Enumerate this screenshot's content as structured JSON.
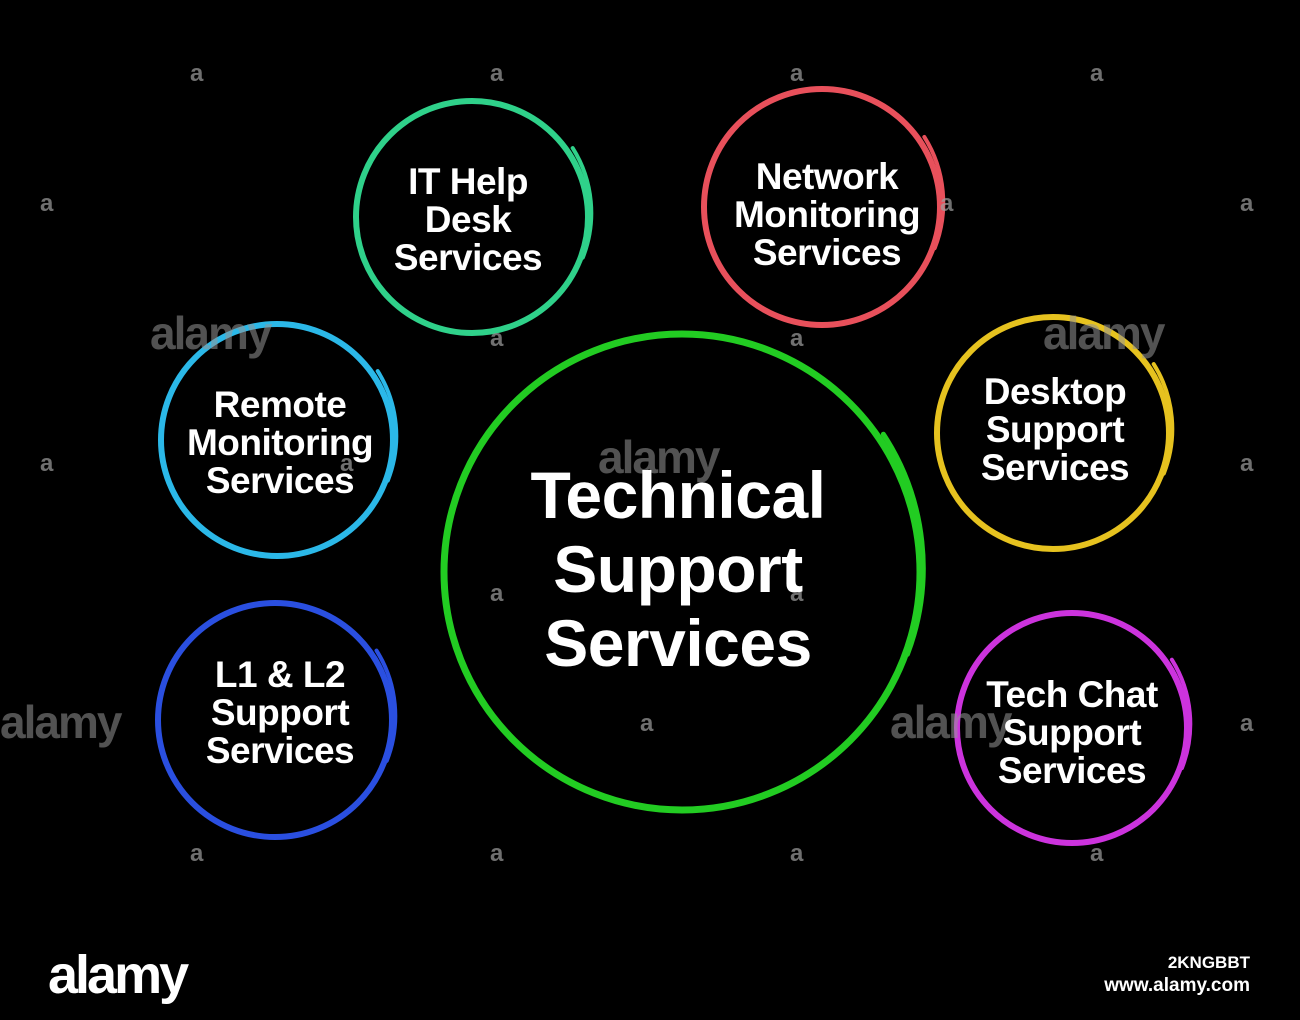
{
  "center": {
    "lines": [
      "Technical",
      "Support",
      "Services"
    ],
    "color": "#22cc22"
  },
  "nodes": [
    {
      "id": "it-help-desk",
      "lines": [
        "IT Help",
        "Desk",
        "Services"
      ],
      "color": "#2fd18a"
    },
    {
      "id": "network-monitoring",
      "lines": [
        "Network",
        "Monitoring",
        "Services"
      ],
      "color": "#e8505b"
    },
    {
      "id": "remote-monitoring",
      "lines": [
        "Remote",
        "Monitoring",
        "Services"
      ],
      "color": "#2bb8e8"
    },
    {
      "id": "desktop-support",
      "lines": [
        "Desktop",
        "Support",
        "Services"
      ],
      "color": "#e6c21f"
    },
    {
      "id": "l1-l2-support",
      "lines": [
        "L1 & L2",
        "Support",
        "Services"
      ],
      "color": "#2a4fe0"
    },
    {
      "id": "tech-chat-support",
      "lines": [
        "Tech Chat",
        "Support",
        "Services"
      ],
      "color": "#cc33dd"
    }
  ],
  "watermark": {
    "brand": "alamy",
    "small_mark": "a"
  },
  "footer": {
    "logo": "alamy",
    "image_id": "2KNGBBT",
    "url": "www.alamy.com"
  }
}
